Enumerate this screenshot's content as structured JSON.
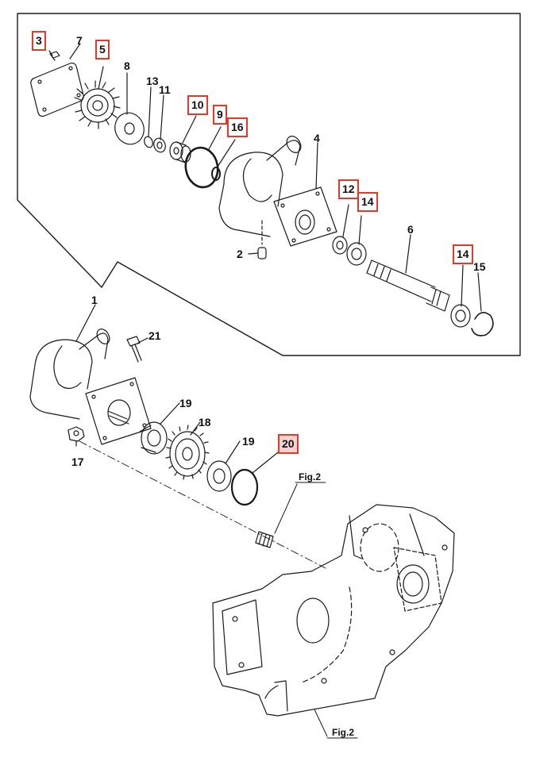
{
  "labels": {
    "p1": "1",
    "p2": "2",
    "p3": "3",
    "p4": "4",
    "p5": "5",
    "p6": "6",
    "p7": "7",
    "p8": "8",
    "p9": "9",
    "p10": "10",
    "p11": "11",
    "p12": "12",
    "p13": "13",
    "p14a": "14",
    "p14b": "14",
    "p15": "15",
    "p16": "16",
    "p17": "17",
    "p18": "18",
    "p19a": "19",
    "p19b": "19",
    "p20": "20",
    "p21": "21"
  },
  "fig_refs": {
    "upper": "Fig.2",
    "lower": "Fig.2"
  },
  "colors": {
    "highlight_border": "#e03a2a",
    "highlight_fill": "#f7d2d2",
    "line": "#1a1a1a"
  }
}
